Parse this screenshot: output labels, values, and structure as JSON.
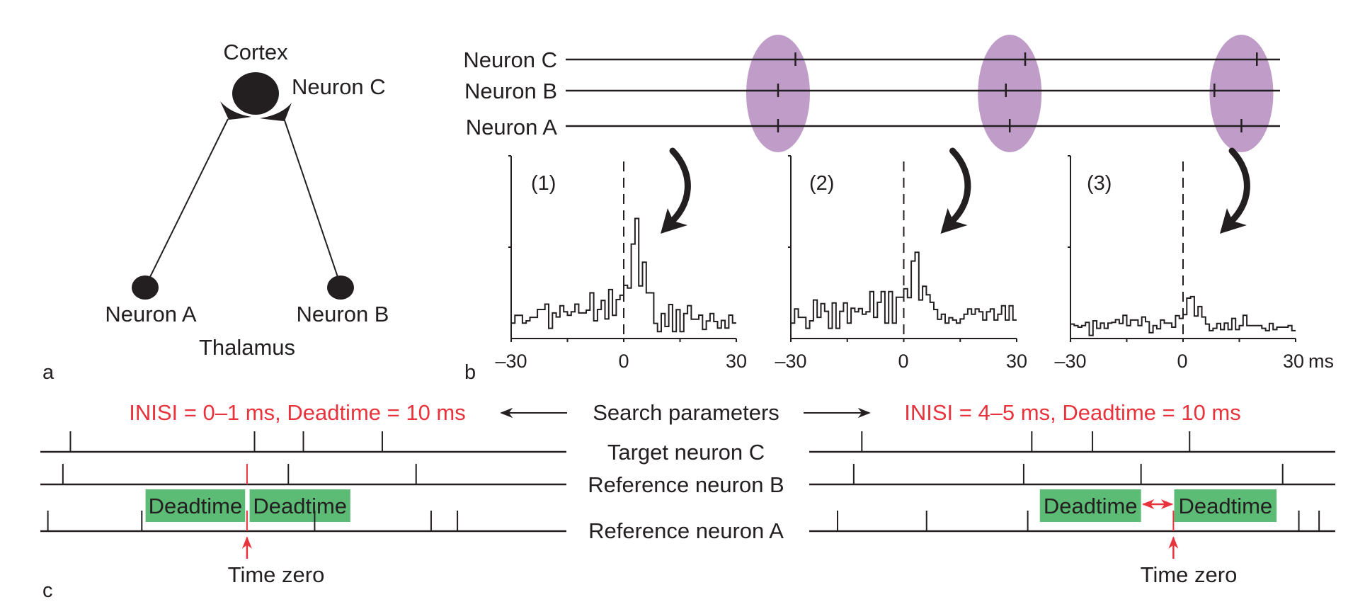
{
  "colors": {
    "ink": "#231f20",
    "highlight": "#c09cc8",
    "deadtime": "#5cbb75",
    "accent_red": "#e8333d"
  },
  "panel_a": {
    "label": "a",
    "cortex_label": "Cortex",
    "neuron_c_label": "Neuron C",
    "neuron_a_label": "Neuron A",
    "neuron_b_label": "Neuron B",
    "thalamus_label": "Thalamus"
  },
  "panel_b": {
    "label": "b",
    "raster": {
      "time_range_ms": [
        -55,
        130
      ],
      "rows": [
        {
          "name": "Neuron C",
          "spikes_ms": [
            4.5,
            64,
            124
          ]
        },
        {
          "name": "Neuron B",
          "spikes_ms": [
            0,
            59,
            113
          ]
        },
        {
          "name": "Neuron A",
          "spikes_ms": [
            0,
            60,
            120
          ]
        }
      ],
      "highlight_windows_ms": [
        0,
        60,
        120
      ]
    },
    "unit_label": "ms",
    "histograms": [
      {
        "id": "(1)",
        "xlim": [
          -30,
          30
        ],
        "ylim": [
          0,
          100
        ],
        "x_ticks": [
          "–30",
          "0",
          "30"
        ],
        "values": [
          8.4,
          12.7,
          12.7,
          8.4,
          9.7,
          11.6,
          11.6,
          15.9,
          15.9,
          18.8,
          5.6,
          14,
          11.8,
          17.9,
          14.6,
          12.7,
          14.6,
          18.8,
          14,
          14,
          15.5,
          25,
          9.7,
          15.9,
          20.8,
          10.7,
          26.8,
          12.7,
          21.3,
          23.7,
          29.1,
          27.6,
          51.7,
          65.7,
          28.8,
          41.8,
          25,
          25,
          8.3,
          3.8,
          13.7,
          6.6,
          18.6,
          3.8,
          15.8,
          3.8,
          13.7,
          18,
          10.6,
          10.6,
          12.8,
          5,
          9.6,
          13.7,
          9.3,
          5.7,
          9.9,
          5.7,
          12.8,
          8.5
        ]
      },
      {
        "id": "(2)",
        "xlim": [
          -30,
          30
        ],
        "ylim": [
          0,
          100
        ],
        "x_ticks": [
          "–30",
          "0",
          "30"
        ],
        "values": [
          8.4,
          16.2,
          11.6,
          11.6,
          5.6,
          9.7,
          21.1,
          11.6,
          19.1,
          14.9,
          5.6,
          19.5,
          5.6,
          14.9,
          19.5,
          8.4,
          16.6,
          14.6,
          16.4,
          13.3,
          14.6,
          25.7,
          11.6,
          19.8,
          25.7,
          8.4,
          25.7,
          8.4,
          22.6,
          22.6,
          27.2,
          22.4,
          42.4,
          47.2,
          21.1,
          28.6,
          23.9,
          19.8,
          15.9,
          10.5,
          13.3,
          8.4,
          11.4,
          10.1,
          8.4,
          10.7,
          13.3,
          16.2,
          13.3,
          16.2,
          14.6,
          10.1,
          14.6,
          16.2,
          10.1,
          13.3,
          17.9,
          10.1,
          17.9,
          10.1
        ]
      },
      {
        "id": "(3)",
        "xlim": [
          -30,
          30
        ],
        "ylim": [
          0,
          100
        ],
        "x_ticks": [
          "–30",
          "0",
          "30"
        ],
        "values": [
          7.9,
          7.1,
          6.2,
          7.1,
          8.8,
          1.7,
          9.7,
          5.6,
          8.4,
          5.6,
          8.4,
          8.8,
          10.3,
          8.2,
          12.7,
          7.1,
          10.1,
          10.1,
          7.1,
          11.8,
          9.2,
          3.2,
          7.1,
          5.3,
          10.1,
          8.4,
          8.4,
          6.2,
          12.5,
          11,
          13.1,
          22.1,
          22.9,
          12.3,
          17.5,
          11.8,
          7.9,
          4.3,
          5.6,
          8.2,
          4.9,
          8.4,
          4.9,
          11,
          4.9,
          7.1,
          12.7,
          7.1,
          7.1,
          7.1,
          7.1,
          5.6,
          4.3,
          8.2,
          4.9,
          6.2,
          6.2,
          6.2,
          7.1,
          4.3
        ]
      }
    ]
  },
  "panel_c": {
    "label": "c",
    "center_label": "Search parameters",
    "row_labels": [
      "Target neuron C",
      "Reference neuron B",
      "Reference neuron A"
    ],
    "deadtime_label": "Deadtime",
    "time_zero_label": "Time zero",
    "left": {
      "params": "INISI = 0–1 ms, Deadtime = 10 ms",
      "time_range_ms": [
        -55,
        85
      ],
      "spikes": {
        "target_c": [
          -47,
          2,
          15,
          36
        ],
        "ref_b": [
          -49,
          0,
          11,
          45
        ],
        "ref_a": [
          -53,
          -28,
          0,
          18,
          49,
          56
        ]
      },
      "deadtimes_ms": [
        [
          -27,
          -0.5
        ],
        [
          0.7,
          27.5
        ]
      ]
    },
    "right": {
      "params": "INISI = 4–5 ms, Deadtime = 10 ms",
      "time_range_ms": [
        -90,
        40
      ],
      "spikes": {
        "target_c": [
          -77,
          -35,
          -20,
          4
        ],
        "ref_b": [
          -79,
          -37,
          -8,
          27
        ],
        "ref_a": [
          -83,
          -61,
          -36,
          0,
          31,
          36
        ]
      },
      "deadtimes_ms": [
        [
          -33,
          -8
        ],
        [
          0.2,
          25.5
        ]
      ]
    }
  }
}
